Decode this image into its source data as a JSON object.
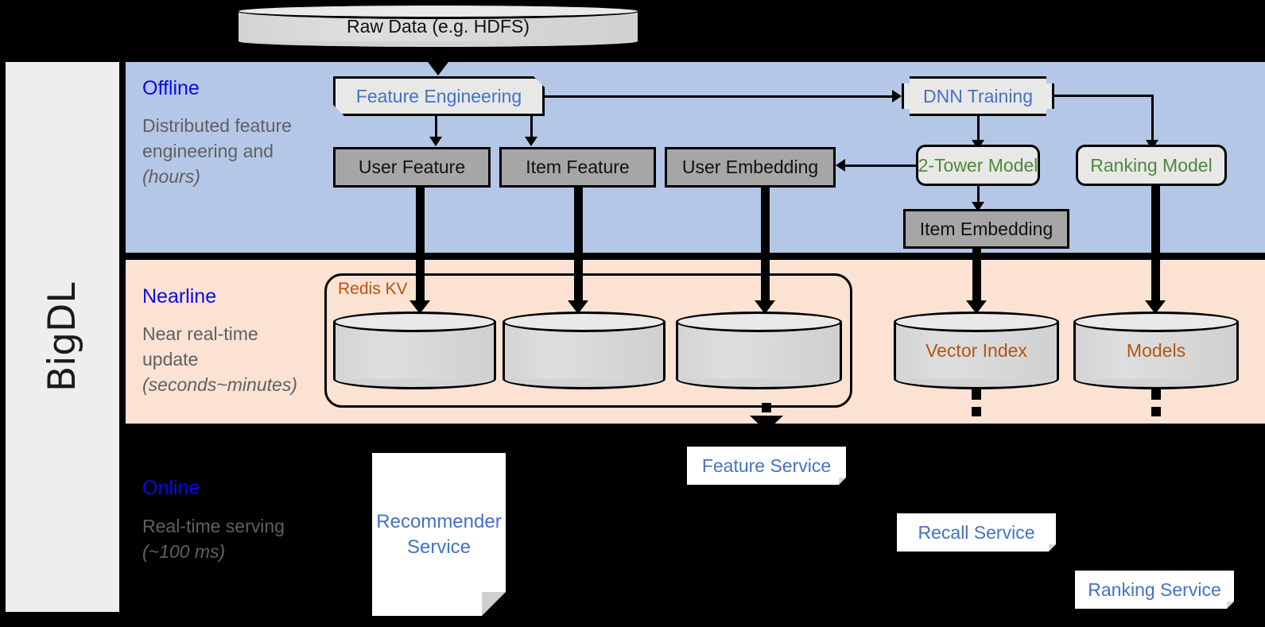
{
  "framework": {
    "name": "BigDL"
  },
  "colors": {
    "offline_band": "#b4c7e7",
    "nearline_band": "#fbe2d3",
    "online_band": "#000000",
    "heading": "#0a0ae8",
    "body_text": "#606060",
    "process_text": "#4472c4",
    "model_text": "#4b8b35",
    "store_text": "#b4540f",
    "gray_box": "#a6a6a6",
    "rail": "#eeeeee"
  },
  "sections": {
    "offline": {
      "title": "Offline",
      "description": "Distributed feature engineering and ",
      "description_em": "(hours)"
    },
    "nearline": {
      "title": "Nearline",
      "description": "Near real-time update ",
      "description_em": "(seconds~minutes)"
    },
    "online": {
      "title": "Online",
      "description": "Real-time serving ",
      "description_em": "(~100 ms)"
    }
  },
  "nodes": {
    "raw_data": "Raw Data (e.g. HDFS)",
    "feature_engineering": "Feature Engineering",
    "dnn_training": "DNN Training",
    "user_feature": "User Feature",
    "item_feature": "Item Feature",
    "user_embedding": "User Embedding",
    "two_tower_model": "2-Tower Model",
    "ranking_model": "Ranking Model",
    "item_embedding": "Item Embedding",
    "redis_kv": "Redis KV",
    "kv_store_1": "",
    "kv_store_2": "",
    "kv_store_3": "",
    "vector_index": "Vector Index",
    "models": "Models"
  },
  "services": {
    "recommender": "Recommender Service",
    "feature": "Feature Service",
    "recall": "Recall Service",
    "ranking": "Ranking Service"
  }
}
